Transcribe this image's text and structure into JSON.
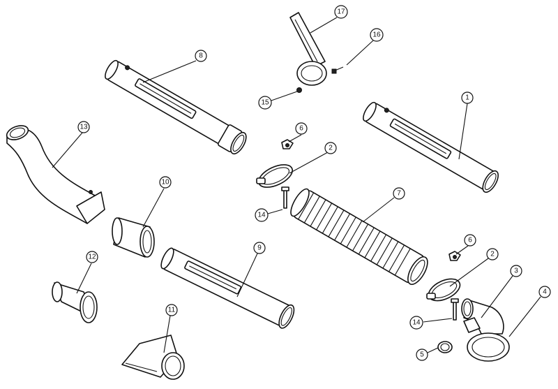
{
  "callouts": [
    {
      "id": "c1",
      "label": "1"
    },
    {
      "id": "c2a",
      "label": "2"
    },
    {
      "id": "c2b",
      "label": "2"
    },
    {
      "id": "c3",
      "label": "3"
    },
    {
      "id": "c4",
      "label": "4"
    },
    {
      "id": "c5",
      "label": "5"
    },
    {
      "id": "c6a",
      "label": "6"
    },
    {
      "id": "c6b",
      "label": "6"
    },
    {
      "id": "c7",
      "label": "7"
    },
    {
      "id": "c8",
      "label": "8"
    },
    {
      "id": "c9",
      "label": "9"
    },
    {
      "id": "c10",
      "label": "10"
    },
    {
      "id": "c11",
      "label": "11"
    },
    {
      "id": "c12",
      "label": "12"
    },
    {
      "id": "c13",
      "label": "13"
    },
    {
      "id": "c14a",
      "label": "14"
    },
    {
      "id": "c14b",
      "label": "14"
    },
    {
      "id": "c15",
      "label": "15"
    },
    {
      "id": "c16",
      "label": "16"
    },
    {
      "id": "c17",
      "label": "17"
    }
  ]
}
